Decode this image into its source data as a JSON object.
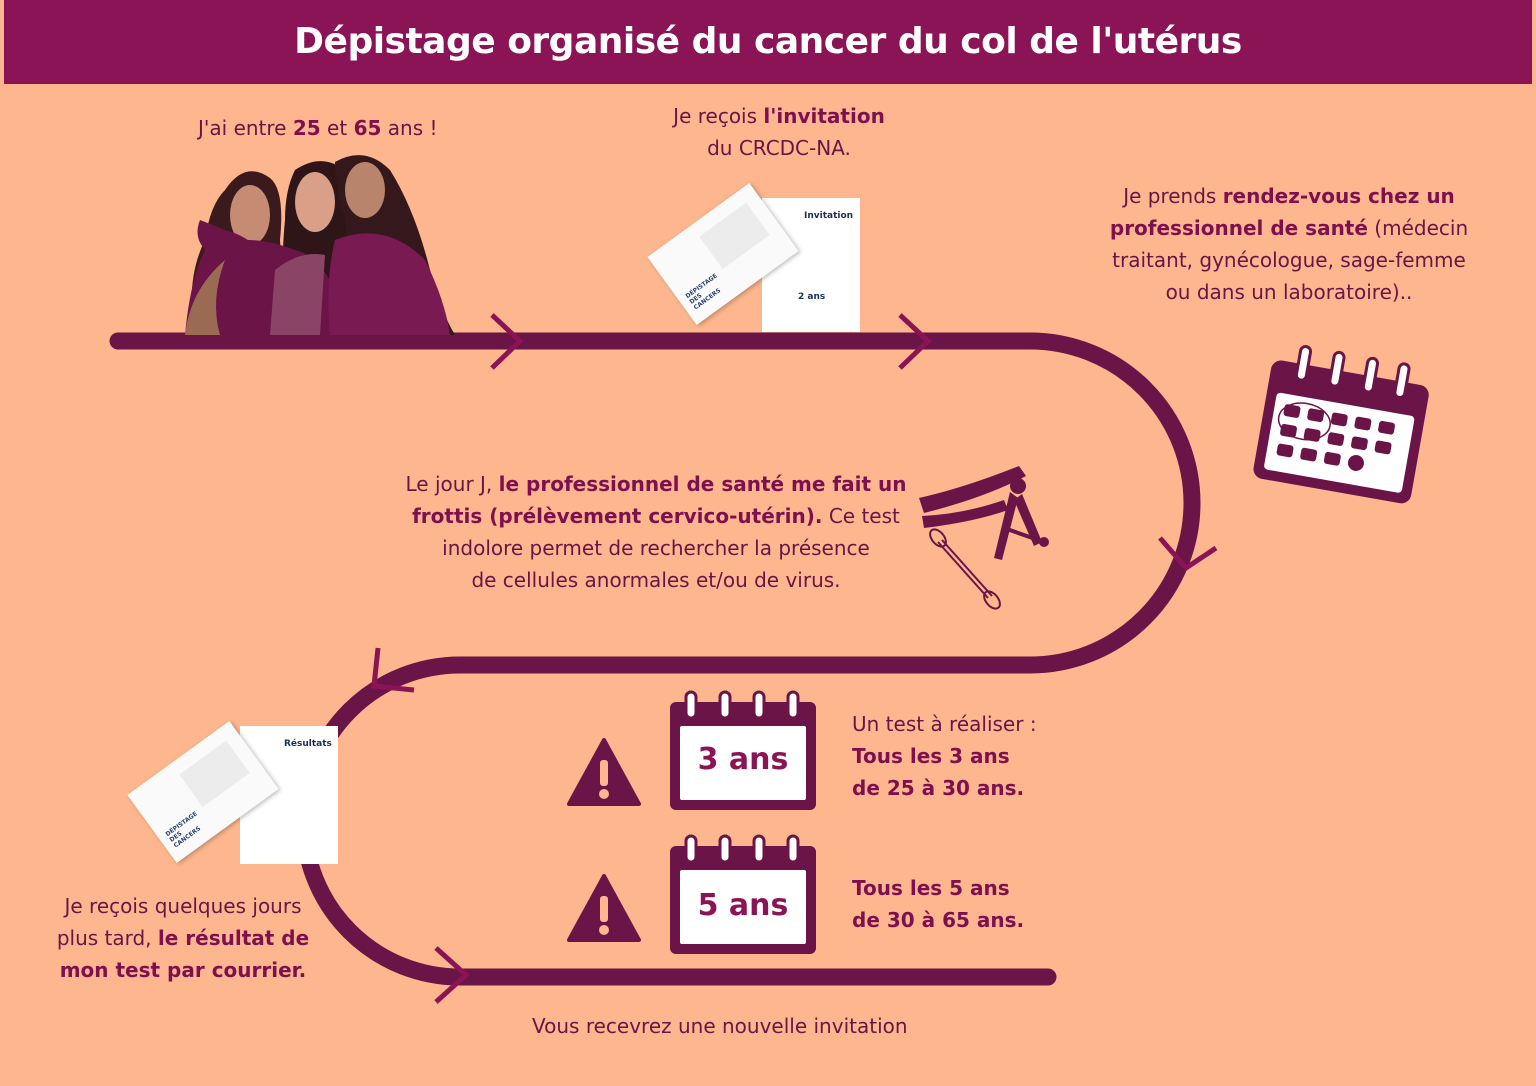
{
  "title": "Dépistage organisé du cancer du col de l'utérus",
  "steps": {
    "age": {
      "prefix": "J'ai entre ",
      "n1": "25",
      "mid": " et ",
      "n2": "65",
      "suffix": " ans !"
    },
    "invite": {
      "prefix": "Je reçois ",
      "bold": "l'invitation",
      "line2": "du CRCDC-NA."
    },
    "appointment": {
      "prefix": "Je prends ",
      "bold1": "rendez-vous chez un",
      "bold2": "professionnel de santé",
      "rest1": " (médecin",
      "rest2": "traitant, gynécologue, sage-femme",
      "rest3": "ou dans un laboratoire).."
    },
    "dayj": {
      "prefix": "Le jour J, ",
      "bold1": "le professionnel de santé me fait un",
      "bold2": "frottis (prélèvement cervico-utérin).",
      "rest1": " Ce test",
      "rest2": "indolore permet de rechercher la présence",
      "rest3": "de cellules anormales et/ou de virus."
    },
    "result": {
      "line1": "Je reçois quelques jours",
      "prefix2": "plus tard, ",
      "bold2": "le résultat de",
      "bold3": "mon test par courrier."
    },
    "renew": "Vous recevrez une nouvelle invitation"
  },
  "documents": {
    "invitation": {
      "label": "Invitation",
      "sub": "2 ans"
    },
    "results": {
      "label": "Résultats"
    },
    "envelope_logo": "DÉPISTAGE DES CANCERS"
  },
  "intervals": {
    "first": {
      "calendar": "3 ans",
      "intro": "Un test à réaliser :",
      "bold1": "Tous les 3 ans",
      "bold2": "de 25 à 30 ans."
    },
    "second": {
      "calendar": "5 ans",
      "bold1": "Tous les 5 ans",
      "bold2": "de 30 à 65 ans."
    }
  },
  "colors": {
    "background": "#FDB68D",
    "header": "#8B1456",
    "accent": "#6A1448"
  },
  "icons": [
    "women-group-icon",
    "envelope-icon",
    "calendar-icon",
    "speculum-icon",
    "swab-icon",
    "warning-icon"
  ]
}
